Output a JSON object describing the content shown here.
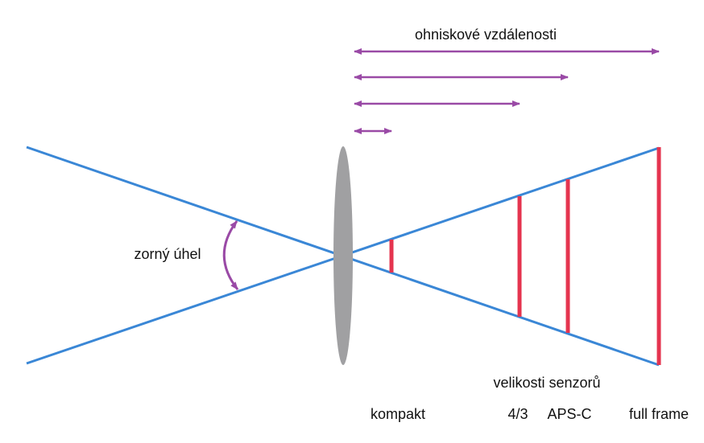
{
  "labels": {
    "focal_lengths": "ohniskové vzdálenosti",
    "angle_of_view": "zorný úhel",
    "sensor_sizes": "velikosti senzorů",
    "compact": "kompakt",
    "four_thirds": "4/3",
    "aps_c": "APS-C",
    "full_frame": "full frame"
  },
  "colors": {
    "ray": "#3a87d6",
    "lens": "#a0a0a2",
    "sensor": "#e5344f",
    "focal_arrow": "#9a4aa6",
    "text": "#111111"
  },
  "icons": {
    "angle_arrow": "double-headed-curved-arrow",
    "focal_arrow": "double-headed-straight-arrow"
  }
}
